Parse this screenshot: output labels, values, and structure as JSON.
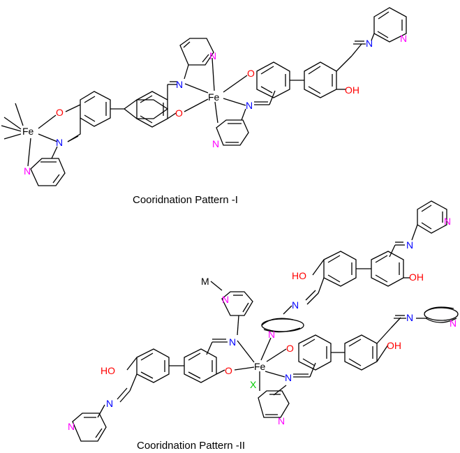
{
  "atoms": {
    "iron": "Fe",
    "oxygen": "O",
    "nitrogen": "N",
    "hydroxyl": "OH",
    "hydroxyl_left": "HO",
    "metal": "M",
    "ligand_x": "X"
  },
  "captions": {
    "pattern_one": "Cooridnation Pattern -I",
    "pattern_two": "Cooridnation Pattern -II"
  },
  "colors": {
    "oxygen": "#ff0000",
    "imine_nitrogen": "#0000ff",
    "pyridine_nitrogen": "#ff00ff",
    "halide": "#00cc00",
    "bond": "#000000"
  }
}
